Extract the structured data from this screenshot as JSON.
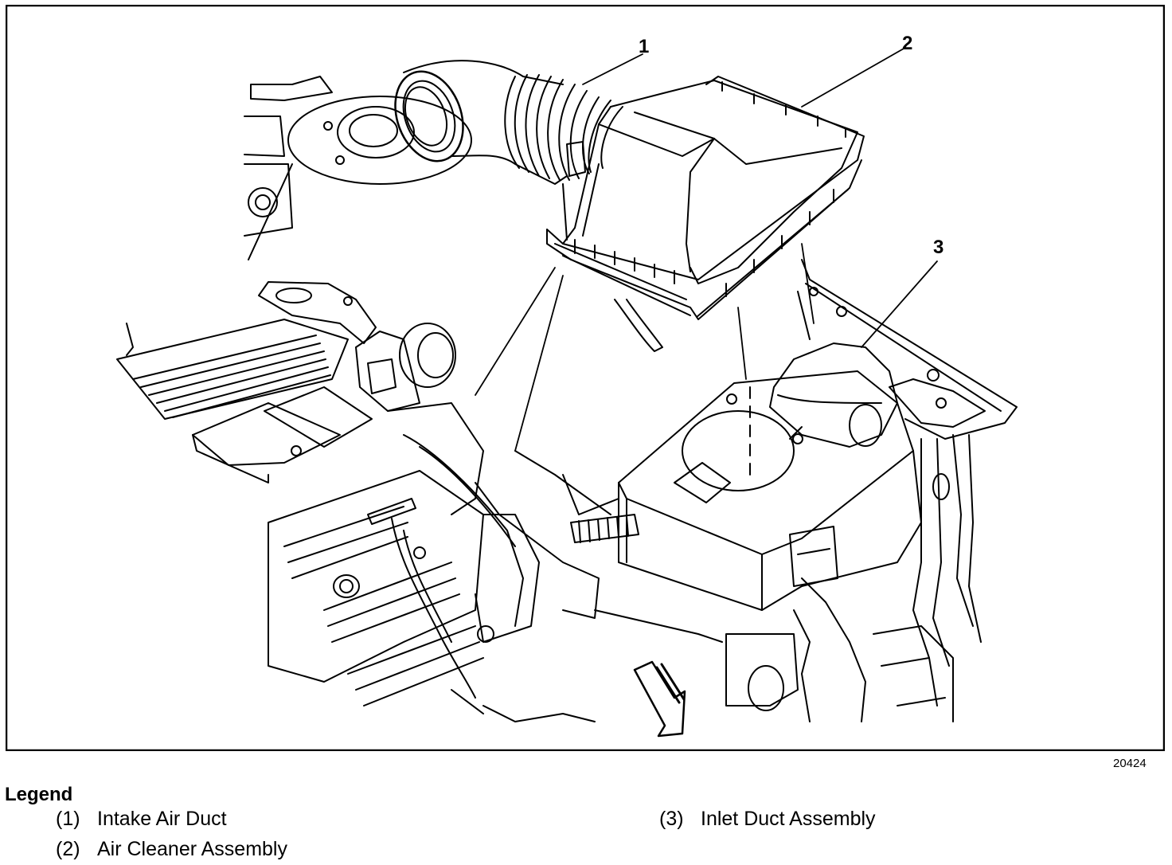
{
  "figure": {
    "id": "20424",
    "callouts": [
      {
        "label": "1"
      },
      {
        "label": "2"
      },
      {
        "label": "3"
      }
    ]
  },
  "legend": {
    "title": "Legend",
    "items": [
      {
        "number": "(1)",
        "text": "Intake Air Duct"
      },
      {
        "number": "(2)",
        "text": "Air Cleaner Assembly"
      },
      {
        "number": "(3)",
        "text": "Inlet Duct Assembly"
      }
    ]
  },
  "colors": {
    "ink": "#000000",
    "paper": "#ffffff"
  }
}
